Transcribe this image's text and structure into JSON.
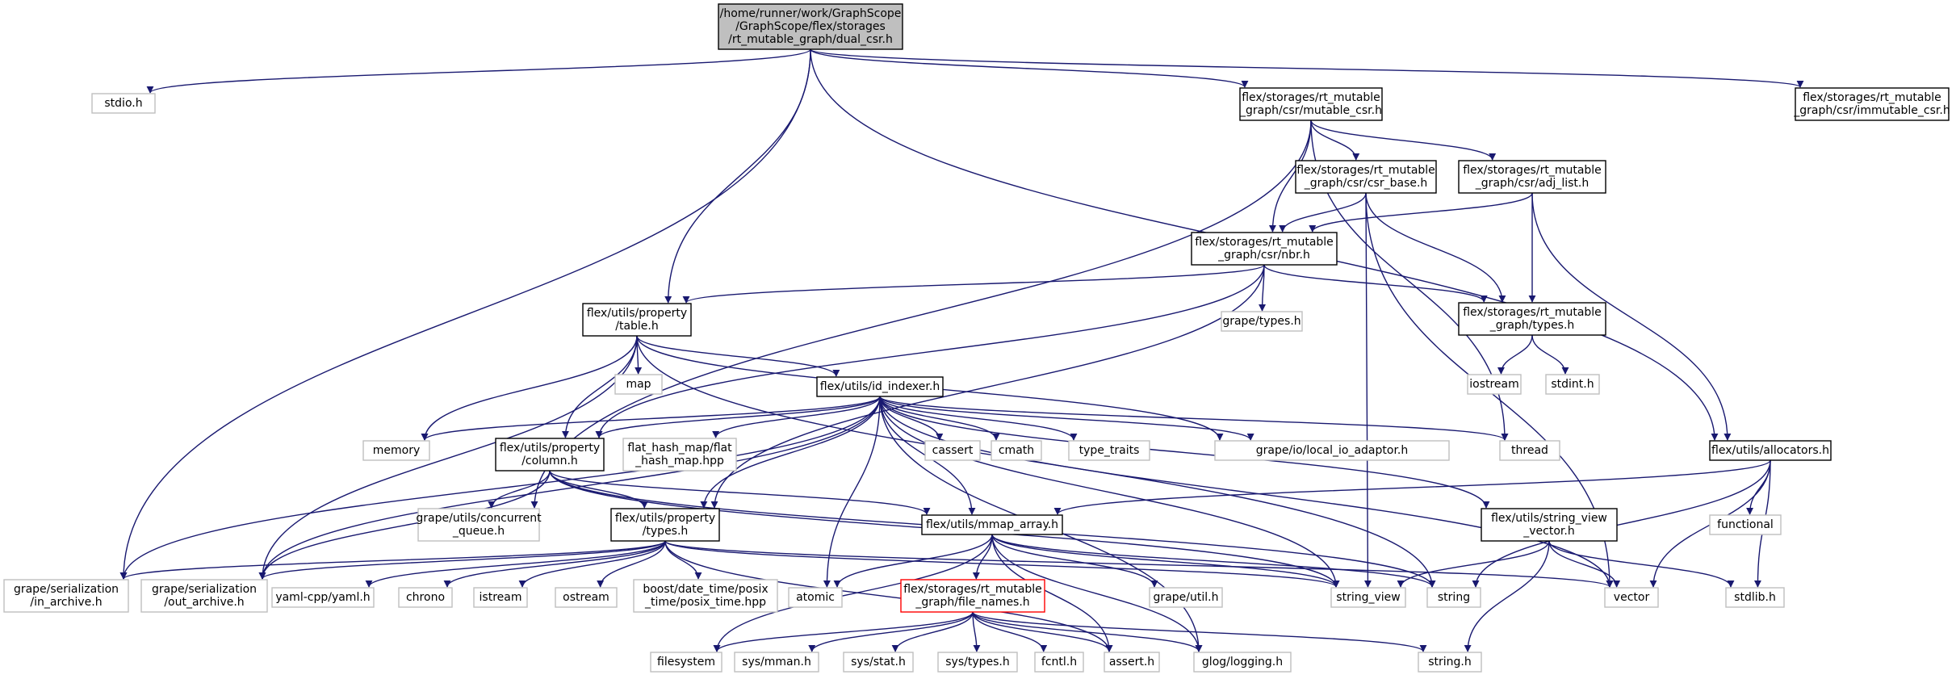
{
  "title": "/home/runner/work/GraphScope/GraphScope/flex/storages/rt_mutable_graph/dual_csr.h",
  "colors": {
    "edge": "#191970",
    "border_primary": "#000000",
    "border_leaf": "#bfbfbf",
    "border_red": "#ff0000",
    "fill_root": "#bfbfbf",
    "fill_node": "#ffffff"
  },
  "nodes": {
    "root": {
      "lines": [
        "/home/runner/work/GraphScope",
        "/GraphScope/flex/storages",
        "/rt_mutable_graph/dual_csr.h"
      ],
      "style": "root"
    },
    "stdio": {
      "lines": [
        "stdio.h"
      ],
      "style": "leaf"
    },
    "mutable_csr": {
      "lines": [
        "flex/storages/rt_mutable",
        "_graph/csr/mutable_csr.h"
      ],
      "style": "normal"
    },
    "immutable_csr": {
      "lines": [
        "flex/storages/rt_mutable",
        "_graph/csr/immutable_csr.h"
      ],
      "style": "normal"
    },
    "csr_base": {
      "lines": [
        "flex/storages/rt_mutable",
        "_graph/csr/csr_base.h"
      ],
      "style": "normal"
    },
    "adj_list": {
      "lines": [
        "flex/storages/rt_mutable",
        "_graph/csr/adj_list.h"
      ],
      "style": "normal"
    },
    "nbr": {
      "lines": [
        "flex/storages/rt_mutable",
        "_graph/csr/nbr.h"
      ],
      "style": "normal"
    },
    "grape_types": {
      "lines": [
        "grape/types.h"
      ],
      "style": "leaf"
    },
    "rt_types": {
      "lines": [
        "flex/storages/rt_mutable",
        "_graph/types.h"
      ],
      "style": "normal"
    },
    "table": {
      "lines": [
        "flex/utils/property",
        "/table.h"
      ],
      "style": "normal"
    },
    "map": {
      "lines": [
        "map"
      ],
      "style": "leaf"
    },
    "iostream": {
      "lines": [
        "iostream"
      ],
      "style": "leaf"
    },
    "stdint": {
      "lines": [
        "stdint.h"
      ],
      "style": "leaf"
    },
    "id_indexer": {
      "lines": [
        "flex/utils/id_indexer.h"
      ],
      "style": "normal"
    },
    "memory": {
      "lines": [
        "memory"
      ],
      "style": "leaf"
    },
    "column": {
      "lines": [
        "flex/utils/property",
        "/column.h"
      ],
      "style": "normal"
    },
    "flat_hash": {
      "lines": [
        "flat_hash_map/flat",
        "_hash_map.hpp"
      ],
      "style": "leaf"
    },
    "cassert": {
      "lines": [
        "cassert"
      ],
      "style": "leaf"
    },
    "cmath": {
      "lines": [
        "cmath"
      ],
      "style": "leaf"
    },
    "type_traits": {
      "lines": [
        "type_traits"
      ],
      "style": "leaf"
    },
    "local_io": {
      "lines": [
        "grape/io/local_io_adaptor.h"
      ],
      "style": "leaf"
    },
    "thread": {
      "lines": [
        "thread"
      ],
      "style": "leaf"
    },
    "allocators": {
      "lines": [
        "flex/utils/allocators.h"
      ],
      "style": "normal"
    },
    "functional": {
      "lines": [
        "functional"
      ],
      "style": "leaf"
    },
    "concurrent": {
      "lines": [
        "grape/utils/concurrent",
        "_queue.h"
      ],
      "style": "leaf"
    },
    "prop_types": {
      "lines": [
        "flex/utils/property",
        "/types.h"
      ],
      "style": "normal"
    },
    "mmap": {
      "lines": [
        "flex/utils/mmap_array.h"
      ],
      "style": "normal"
    },
    "sv_vector": {
      "lines": [
        "flex/utils/string_view",
        "_vector.h"
      ],
      "style": "normal"
    },
    "in_archive": {
      "lines": [
        "grape/serialization",
        "/in_archive.h"
      ],
      "style": "leaf"
    },
    "out_archive": {
      "lines": [
        "grape/serialization",
        "/out_archive.h"
      ],
      "style": "leaf"
    },
    "yaml": {
      "lines": [
        "yaml-cpp/yaml.h"
      ],
      "style": "leaf"
    },
    "chrono": {
      "lines": [
        "chrono"
      ],
      "style": "leaf"
    },
    "istream": {
      "lines": [
        "istream"
      ],
      "style": "leaf"
    },
    "ostream": {
      "lines": [
        "ostream"
      ],
      "style": "leaf"
    },
    "posix_time": {
      "lines": [
        "boost/date_time/posix",
        "_time/posix_time.hpp"
      ],
      "style": "leaf"
    },
    "atomic": {
      "lines": [
        "atomic"
      ],
      "style": "leaf"
    },
    "file_names": {
      "lines": [
        "flex/storages/rt_mutable",
        "_graph/file_names.h"
      ],
      "style": "red"
    },
    "grape_util": {
      "lines": [
        "grape/util.h"
      ],
      "style": "leaf"
    },
    "string_view": {
      "lines": [
        "string_view"
      ],
      "style": "leaf"
    },
    "string": {
      "lines": [
        "string"
      ],
      "style": "leaf"
    },
    "vector": {
      "lines": [
        "vector"
      ],
      "style": "leaf"
    },
    "stdlib": {
      "lines": [
        "stdlib.h"
      ],
      "style": "leaf"
    },
    "filesystem": {
      "lines": [
        "filesystem"
      ],
      "style": "leaf"
    },
    "mman": {
      "lines": [
        "sys/mman.h"
      ],
      "style": "leaf"
    },
    "stat": {
      "lines": [
        "sys/stat.h"
      ],
      "style": "leaf"
    },
    "sys_types": {
      "lines": [
        "sys/types.h"
      ],
      "style": "leaf"
    },
    "fcntl": {
      "lines": [
        "fcntl.h"
      ],
      "style": "leaf"
    },
    "assert": {
      "lines": [
        "assert.h"
      ],
      "style": "leaf"
    },
    "logging": {
      "lines": [
        "glog/logging.h"
      ],
      "style": "leaf"
    },
    "string_h": {
      "lines": [
        "string.h"
      ],
      "style": "leaf"
    }
  },
  "edges": [
    [
      "root",
      "stdio"
    ],
    [
      "root",
      "mutable_csr"
    ],
    [
      "root",
      "immutable_csr"
    ],
    [
      "root",
      "table"
    ],
    [
      "root",
      "allocators"
    ],
    [
      "root",
      "in_archive"
    ],
    [
      "mutable_csr",
      "csr_base"
    ],
    [
      "mutable_csr",
      "adj_list"
    ],
    [
      "mutable_csr",
      "nbr"
    ],
    [
      "mutable_csr",
      "concurrent"
    ],
    [
      "mutable_csr",
      "thread"
    ],
    [
      "csr_base",
      "nbr"
    ],
    [
      "csr_base",
      "rt_types"
    ],
    [
      "csr_base",
      "vector"
    ],
    [
      "csr_base",
      "string_view"
    ],
    [
      "adj_list",
      "nbr"
    ],
    [
      "adj_list",
      "rt_types"
    ],
    [
      "adj_list",
      "allocators"
    ],
    [
      "nbr",
      "grape_types"
    ],
    [
      "nbr",
      "rt_types"
    ],
    [
      "nbr",
      "table"
    ],
    [
      "nbr",
      "column"
    ],
    [
      "nbr",
      "prop_types"
    ],
    [
      "rt_types",
      "iostream"
    ],
    [
      "rt_types",
      "stdint"
    ],
    [
      "table",
      "map"
    ],
    [
      "table",
      "memory"
    ],
    [
      "table",
      "id_indexer"
    ],
    [
      "table",
      "column"
    ],
    [
      "table",
      "local_io"
    ],
    [
      "table",
      "string"
    ],
    [
      "table",
      "out_archive"
    ],
    [
      "id_indexer",
      "memory"
    ],
    [
      "id_indexer",
      "column"
    ],
    [
      "id_indexer",
      "flat_hash"
    ],
    [
      "id_indexer",
      "cassert"
    ],
    [
      "id_indexer",
      "cmath"
    ],
    [
      "id_indexer",
      "type_traits"
    ],
    [
      "id_indexer",
      "local_io"
    ],
    [
      "id_indexer",
      "thread"
    ],
    [
      "id_indexer",
      "prop_types"
    ],
    [
      "id_indexer",
      "mmap"
    ],
    [
      "id_indexer",
      "sv_vector"
    ],
    [
      "id_indexer",
      "in_archive"
    ],
    [
      "id_indexer",
      "out_archive"
    ],
    [
      "id_indexer",
      "atomic"
    ],
    [
      "id_indexer",
      "string_view"
    ],
    [
      "id_indexer",
      "vector"
    ],
    [
      "id_indexer",
      "logging"
    ],
    [
      "column",
      "concurrent"
    ],
    [
      "column",
      "prop_types"
    ],
    [
      "column",
      "mmap"
    ],
    [
      "column",
      "string_view"
    ],
    [
      "column",
      "string"
    ],
    [
      "column",
      "out_archive"
    ],
    [
      "allocators",
      "functional"
    ],
    [
      "allocators",
      "mmap"
    ],
    [
      "allocators",
      "stdlib"
    ],
    [
      "allocators",
      "vector"
    ],
    [
      "allocators",
      "string"
    ],
    [
      "prop_types",
      "in_archive"
    ],
    [
      "prop_types",
      "out_archive"
    ],
    [
      "prop_types",
      "yaml"
    ],
    [
      "prop_types",
      "chrono"
    ],
    [
      "prop_types",
      "istream"
    ],
    [
      "prop_types",
      "ostream"
    ],
    [
      "prop_types",
      "posix_time"
    ],
    [
      "prop_types",
      "string_view"
    ],
    [
      "prop_types",
      "vector"
    ],
    [
      "prop_types",
      "assert"
    ],
    [
      "mmap",
      "atomic"
    ],
    [
      "mmap",
      "file_names"
    ],
    [
      "mmap",
      "grape_util"
    ],
    [
      "mmap",
      "string_view"
    ],
    [
      "mmap",
      "string"
    ],
    [
      "mmap",
      "filesystem"
    ],
    [
      "mmap",
      "assert"
    ],
    [
      "mmap",
      "logging"
    ],
    [
      "sv_vector",
      "string_view"
    ],
    [
      "sv_vector",
      "vector"
    ],
    [
      "sv_vector",
      "stdlib"
    ],
    [
      "sv_vector",
      "string_h"
    ],
    [
      "file_names",
      "filesystem"
    ],
    [
      "file_names",
      "mman"
    ],
    [
      "file_names",
      "stat"
    ],
    [
      "file_names",
      "sys_types"
    ],
    [
      "file_names",
      "fcntl"
    ],
    [
      "file_names",
      "assert"
    ],
    [
      "file_names",
      "logging"
    ],
    [
      "file_names",
      "string_h"
    ]
  ]
}
